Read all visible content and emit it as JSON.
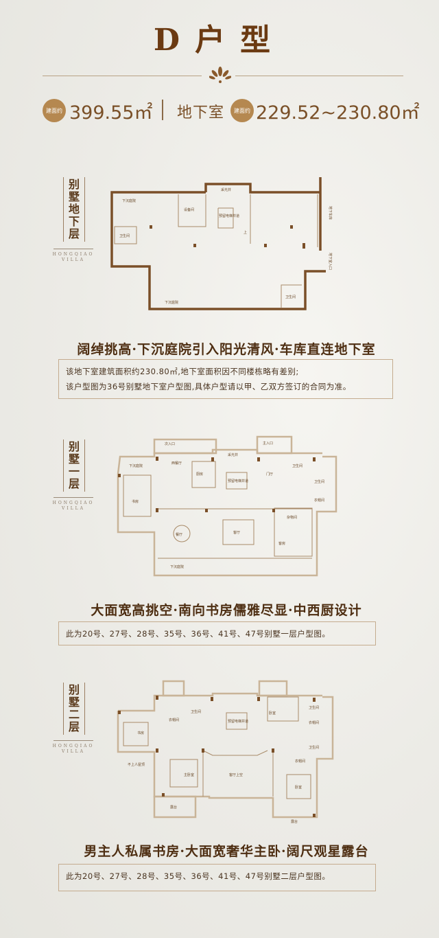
{
  "header": {
    "title": "D户型",
    "badge_label": "建面约",
    "total_area": "399.55㎡",
    "basement_label": "地下室",
    "basement_area": "229.52~230.80㎡"
  },
  "floors": [
    {
      "side_label": [
        "别",
        "墅",
        "地",
        "下",
        "层"
      ],
      "brand": [
        "HONGQIAO",
        "VILLA"
      ],
      "rooms": [
        "下沉庭院",
        "设备间",
        "采光井",
        "预留电梯井道",
        "卫生间",
        "地下车库",
        "地下室入口",
        "下沉庭院",
        "卫生间",
        "上"
      ],
      "caption": "阔绰挑高·下沉庭院引入阳光清风·车库直连地下室",
      "notes": [
        "该地下室建筑面积约230.80㎡,地下室面积因不同楼栋略有差别;",
        "该户型图为36号别墅地下室户型图,具体户型请以甲、乙双方签订的合同为准。"
      ]
    },
    {
      "side_label": [
        "别",
        "墅",
        "一",
        "层"
      ],
      "brand": [
        "HONGQIAO",
        "VILLA"
      ],
      "rooms": [
        "次入口",
        "主入口",
        "下沉庭院",
        "西餐厅",
        "厨房",
        "采光井",
        "预留电梯井道",
        "门厅",
        "卫生间",
        "卫生间",
        "书房",
        "衣帽间",
        "杂物间",
        "餐厅",
        "客厅",
        "客房",
        "下沉庭院"
      ],
      "caption": "大面宽高挑空·南向书房儒雅尽显·中西厨设计",
      "notes": [
        "此为20号、27号、28号、35号、36号、41号、47号别墅一层户型图。"
      ]
    },
    {
      "side_label": [
        "别",
        "墅",
        "二",
        "层"
      ],
      "brand": [
        "HONGQIAO",
        "VILLA"
      ],
      "rooms": [
        "衣帽间",
        "卫生间",
        "预留电梯井道",
        "卧室",
        "卫生间",
        "衣帽间",
        "卫生间",
        "书房",
        "不上人屋顶",
        "主卧室",
        "客厅上空",
        "衣帽间",
        "卧室",
        "露台",
        "露台"
      ],
      "caption": "男主人私属书房·大面宽奢华主卧·阔尺观星露台",
      "notes": [
        "此为20号、27号、28号、35号、36号、41号、47号别墅二层户型图。"
      ]
    }
  ],
  "colors": {
    "title": "#6b3a12",
    "badge": "#b58850",
    "wall": "#7a4f28",
    "line": "#c9b498"
  }
}
